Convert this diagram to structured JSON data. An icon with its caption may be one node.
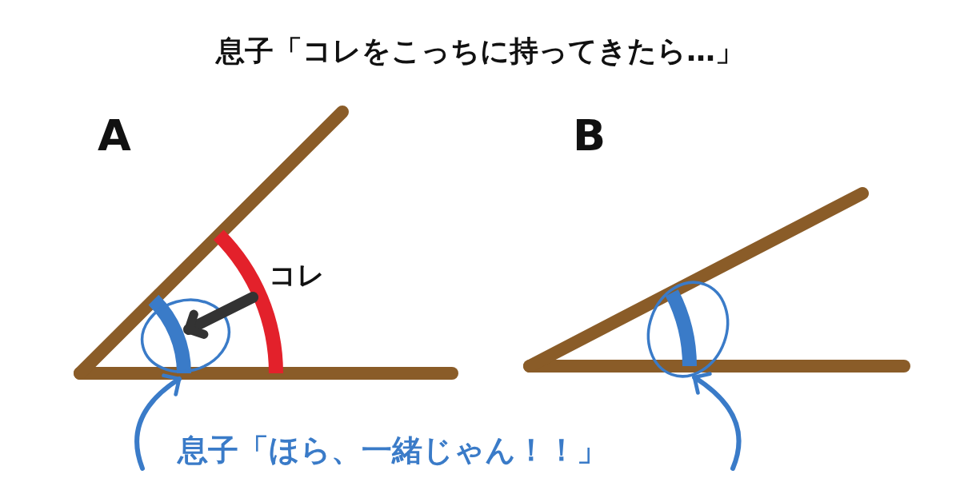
{
  "diagram": {
    "title": "息子「コレをこっちに持ってきたら…」",
    "nodes": [
      {
        "text": [],
        "shape": "arc"
      },
      {
        "text": [],
        "shape": "arc"
      },
      {
        "text": [],
        "shape": "arc"
      },
      {
        "text": [
          "息子「ほら、一緒じゃん！！」"
        ]
      }
    ],
    "edges": [
      {
        "from": 1,
        "to": 0,
        "arrow": "to",
        "style": "thick",
        "color": "#333333"
      },
      {
        "from": null,
        "to": 0,
        "arrow": "to"
      },
      {
        "from": null,
        "to": 2,
        "arrow": "to"
      }
    ],
    "labels": [
      "A",
      "B",
      "コレ"
    ]
  }
}
